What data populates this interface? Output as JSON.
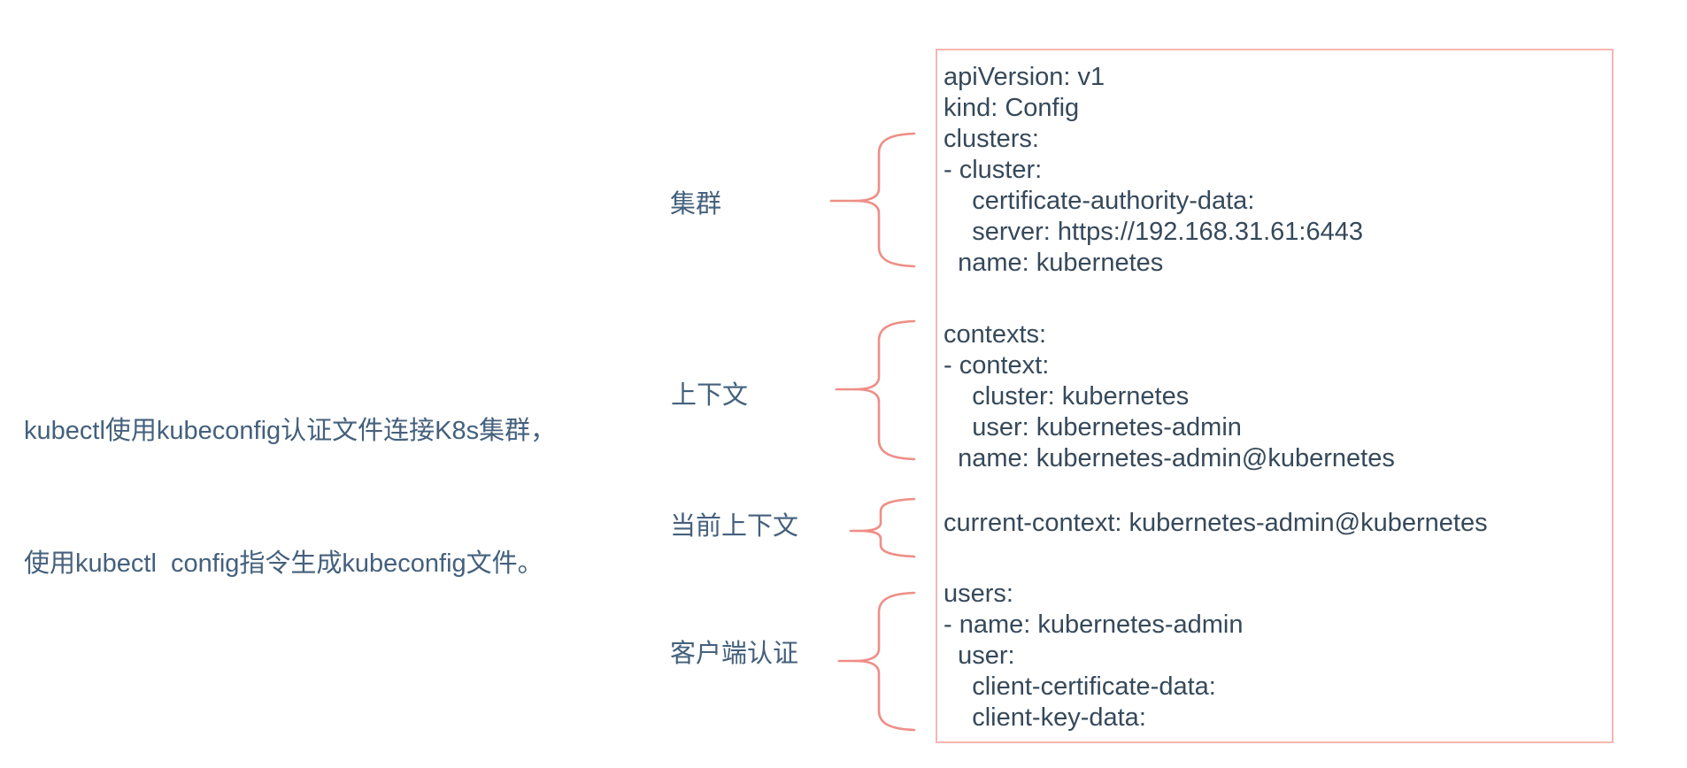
{
  "description": {
    "line1": "kubectl使用kubeconfig认证文件连接K8s集群，",
    "line2": "使用kubectl  config指令生成kubeconfig文件。"
  },
  "annotations": [
    {
      "id": "clusters",
      "label": "集群"
    },
    {
      "id": "contexts",
      "label": "上下文"
    },
    {
      "id": "current-context",
      "label": "当前上下文"
    },
    {
      "id": "users",
      "label": "客户端认证"
    }
  ],
  "kubeconfig": {
    "sections": [
      {
        "name": "clusters",
        "lines": [
          "apiVersion: v1",
          "kind: Config",
          "clusters:",
          "- cluster:",
          "    certificate-authority-data:",
          "    server: https://192.168.31.61:6443",
          "  name: kubernetes"
        ]
      },
      {
        "name": "contexts",
        "lines": [
          "contexts:",
          "- context:",
          "    cluster: kubernetes",
          "    user: kubernetes-admin",
          "  name: kubernetes-admin@kubernetes"
        ]
      },
      {
        "name": "current-context",
        "lines": [
          "current-context: kubernetes-admin@kubernetes"
        ]
      },
      {
        "name": "users",
        "lines": [
          "users:",
          "- name: kubernetes-admin",
          "  user:",
          "    client-certificate-data:",
          "    client-key-data:"
        ]
      }
    ]
  },
  "colors": {
    "background": "#ffffff",
    "box_border": "#f6b6b0",
    "brace_stroke": "#ee8e86",
    "config_text": "#36495a",
    "label_text": "#44607c"
  }
}
